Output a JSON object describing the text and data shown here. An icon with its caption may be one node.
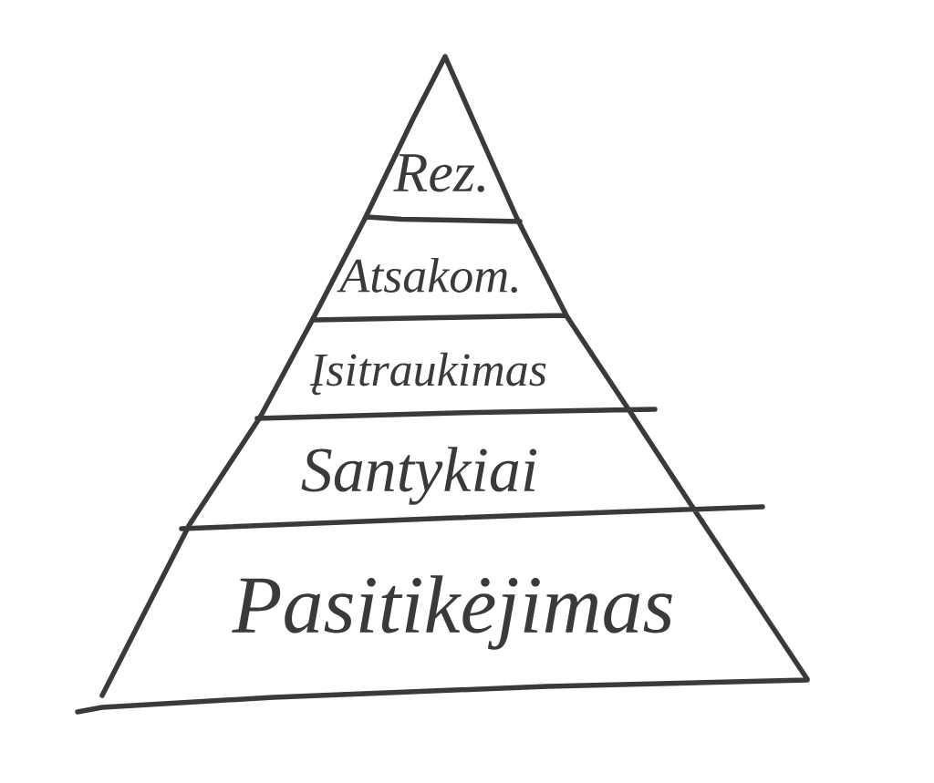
{
  "diagram": {
    "nodes": [
      {
        "text": [
          "Rez."
        ]
      },
      {
        "text": [
          "Atsakom."
        ]
      },
      {
        "text": [
          "Įsitraukimas"
        ]
      },
      {
        "text": [
          "Santykiai"
        ]
      },
      {
        "text": [
          "Pasitikėjimas"
        ]
      }
    ]
  }
}
